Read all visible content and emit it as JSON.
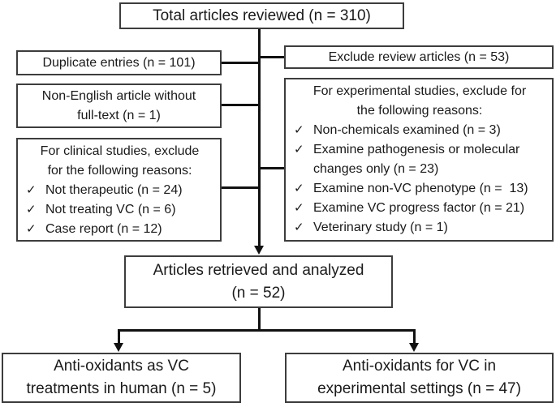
{
  "flowchart": {
    "checkmark": "✓",
    "colors": {
      "line": "#111111",
      "box_border": "#3d3d3d",
      "text": "#1a1a1a",
      "background": "#ffffff"
    },
    "title_box": {
      "label": "Total articles reviewed (n = 310)"
    },
    "duplicate_box": {
      "label": "Duplicate entries (n = 101)"
    },
    "non_english_box": {
      "line1": "Non-English article without",
      "line2": "full-text (n = 1)"
    },
    "clinical_box": {
      "header1": "For clinical studies, exclude",
      "header2": "for the following reasons:",
      "items": [
        "Not therapeutic (n = 24)",
        "Not treating VC (n = 6)",
        "Case report (n = 12)"
      ]
    },
    "review_box": {
      "label": "Exclude review articles (n = 53)"
    },
    "experimental_box": {
      "header1": "For experimental studies, exclude for",
      "header2": "the following reasons:",
      "items": [
        "Non-chemicals examined (n = 3)",
        "Examine pathogenesis or molecular changes only (n = 23)",
        "Examine non-VC phenotype (n =  13)",
        "Examine VC progress factor (n = 21)",
        "Veterinary study (n = 1)"
      ]
    },
    "retrieved_box": {
      "line1": "Articles retrieved and analyzed",
      "line2": "(n = 52)"
    },
    "human_box": {
      "line1": "Anti-oxidants as VC",
      "line2": "treatments in human (n = 5)"
    },
    "experimental_settings_box": {
      "line1": "Anti-oxidants for VC in",
      "line2": "experimental settings (n = 47)"
    }
  }
}
